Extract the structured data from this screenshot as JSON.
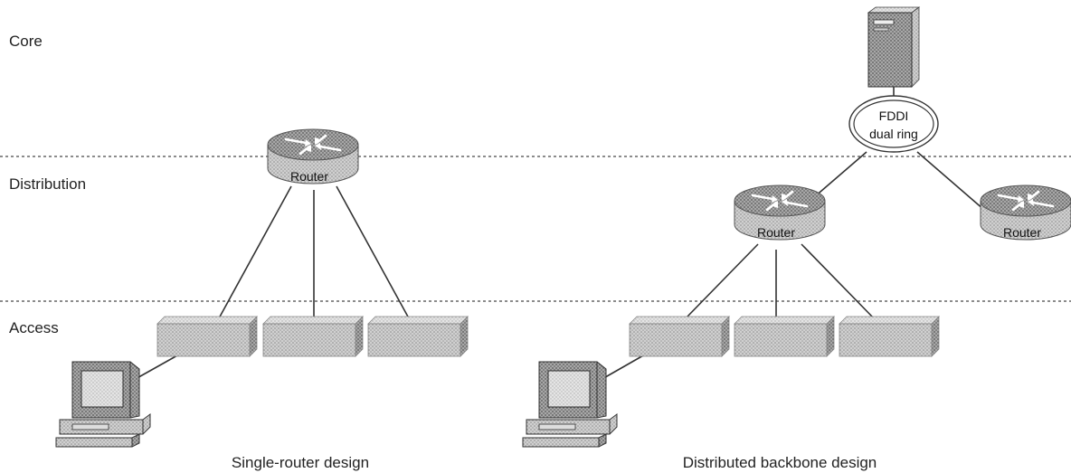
{
  "layers": {
    "core": "Core",
    "distribution": "Distribution",
    "access": "Access"
  },
  "left_design": {
    "router_label": "Router",
    "caption": "Single-router design"
  },
  "right_design": {
    "ring_line1": "FDDI",
    "ring_line2": "dual ring",
    "router_label": "Router",
    "second_router_label": "Router",
    "caption": "Distributed backbone design"
  },
  "icons": {
    "router": "router-icon",
    "switch": "switch-icon",
    "workstation": "workstation-icon",
    "server": "server-icon",
    "ring": "fddi-ring-icon"
  }
}
